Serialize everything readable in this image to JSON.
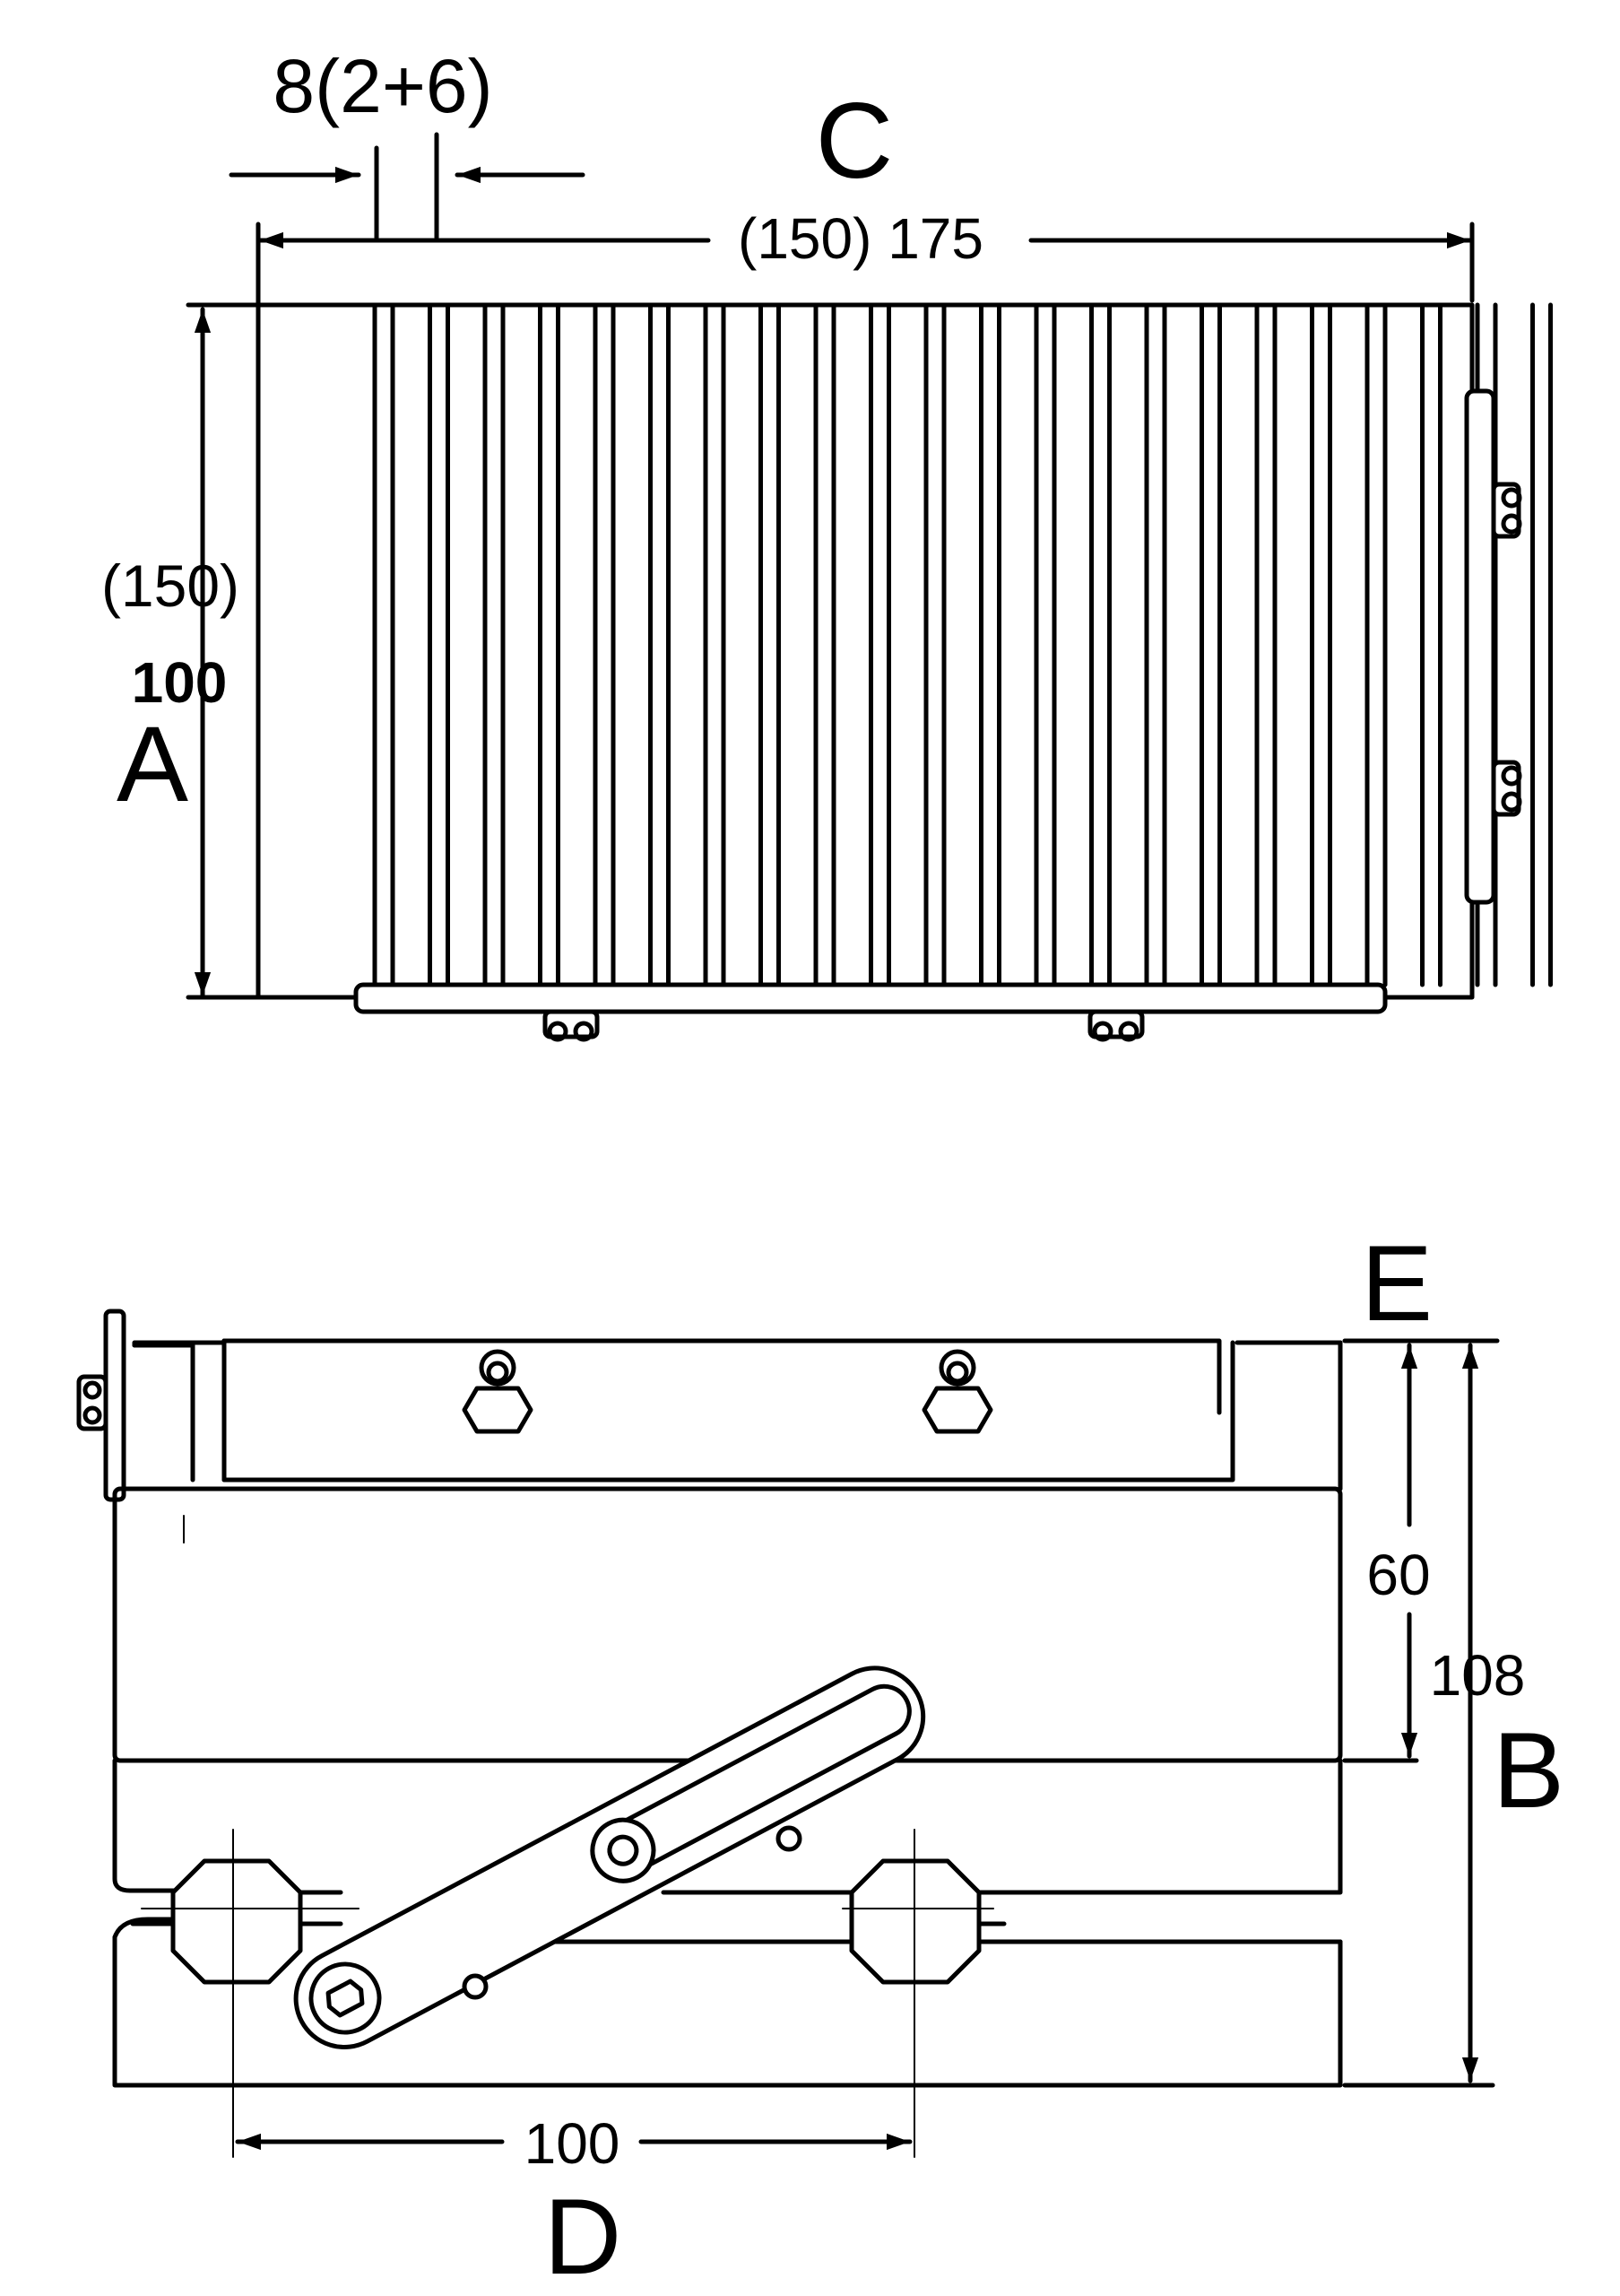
{
  "top_view": {
    "slot_label": "8(2+6)",
    "letter_c": "C",
    "width_label": "(150) 175",
    "height_alt_label": "(150)",
    "height_label": "100",
    "letter_a": "A"
  },
  "side_view": {
    "letter_e": "E",
    "height_inner_label": "60",
    "height_total_label": "108",
    "letter_b": "B",
    "pivot_label": "100",
    "letter_d": "D"
  }
}
